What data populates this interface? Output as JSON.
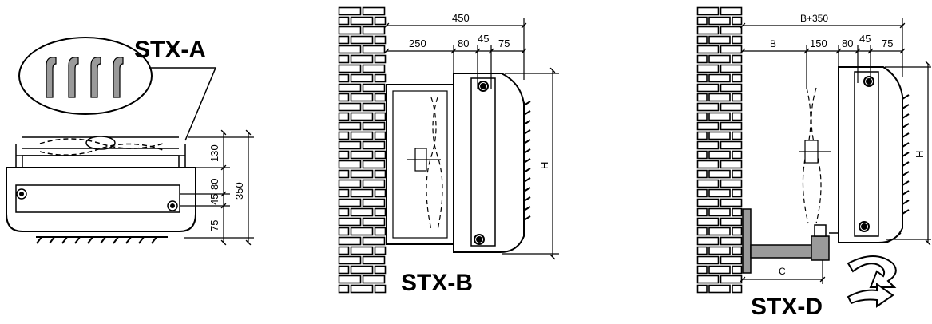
{
  "panels": {
    "a": {
      "title": "STX-A",
      "dims": {
        "d130": "130",
        "d80": "80",
        "d45": "45",
        "d75": "75",
        "d350": "350"
      }
    },
    "b": {
      "title": "STX-B",
      "dims": {
        "d450": "450",
        "d250": "250",
        "d80": "80",
        "d45": "45",
        "d75": "75",
        "h": "H"
      }
    },
    "d": {
      "title": "STX-D",
      "dims": {
        "b350": "B+350",
        "b": "B",
        "d150": "150",
        "d80": "80",
        "d45": "45",
        "d75": "75",
        "h": "H",
        "c": "C"
      }
    }
  },
  "colors": {
    "ink": "#000000",
    "grey": "#9a9a9a",
    "paper": "#ffffff"
  },
  "icons": {
    "rotation": "rotate-arrows-icon"
  }
}
